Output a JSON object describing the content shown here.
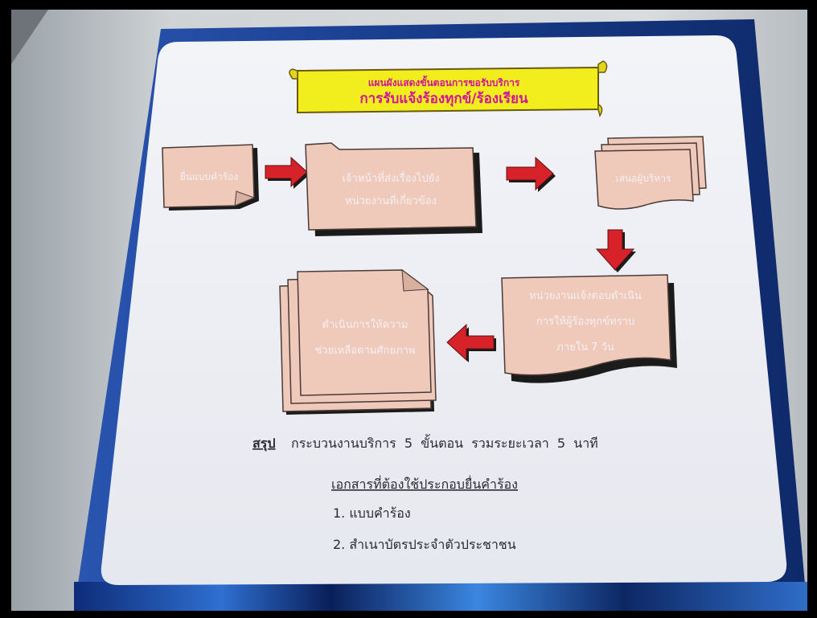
{
  "banner": {
    "line1": "แผนผังแสดงขั้นตอนการขอรับบริการ",
    "line2": "การรับแจ้งร้องทุกข์/ร้องเรียน"
  },
  "steps": {
    "step1": "ยื่นแบบคำร้อง",
    "step2_line1": "เจ้าหน้าที่ส่งเรื่องไปยัง",
    "step2_line2": "หน่วยงานที่เกี่ยวข้อง",
    "step3": "เสนอผู้บริหาร",
    "step4_line1": "หน่วยงานแจ้งตอบดำเนิน",
    "step4_line2": "การให้ผู้ร้องทุกข์ทราบ",
    "step4_line3": "ภายใน 7 วัน",
    "step5_line1": "ดำเนินการให้ความ",
    "step5_line2": "ช่วยเหลือตามศักยภาพ"
  },
  "summary": {
    "label": "สรุป",
    "text": "กระบวนงานบริการ  5  ขั้นตอน  รวมระยะเวลา  5  นาที"
  },
  "documents": {
    "heading": "เอกสารที่ต้องใช้ประกอบยื่นคำร้อง",
    "items": [
      "1. แบบคำร้อง",
      "2. สำเนาบัตรประจำตัวประชาชน"
    ]
  },
  "colors": {
    "box_fill": "#efc9b9",
    "arrow_red": "#d8222a",
    "banner_yellow": "#f2ee1e",
    "board_blue": "#1c3f86",
    "panel_white": "#eef0f5"
  }
}
